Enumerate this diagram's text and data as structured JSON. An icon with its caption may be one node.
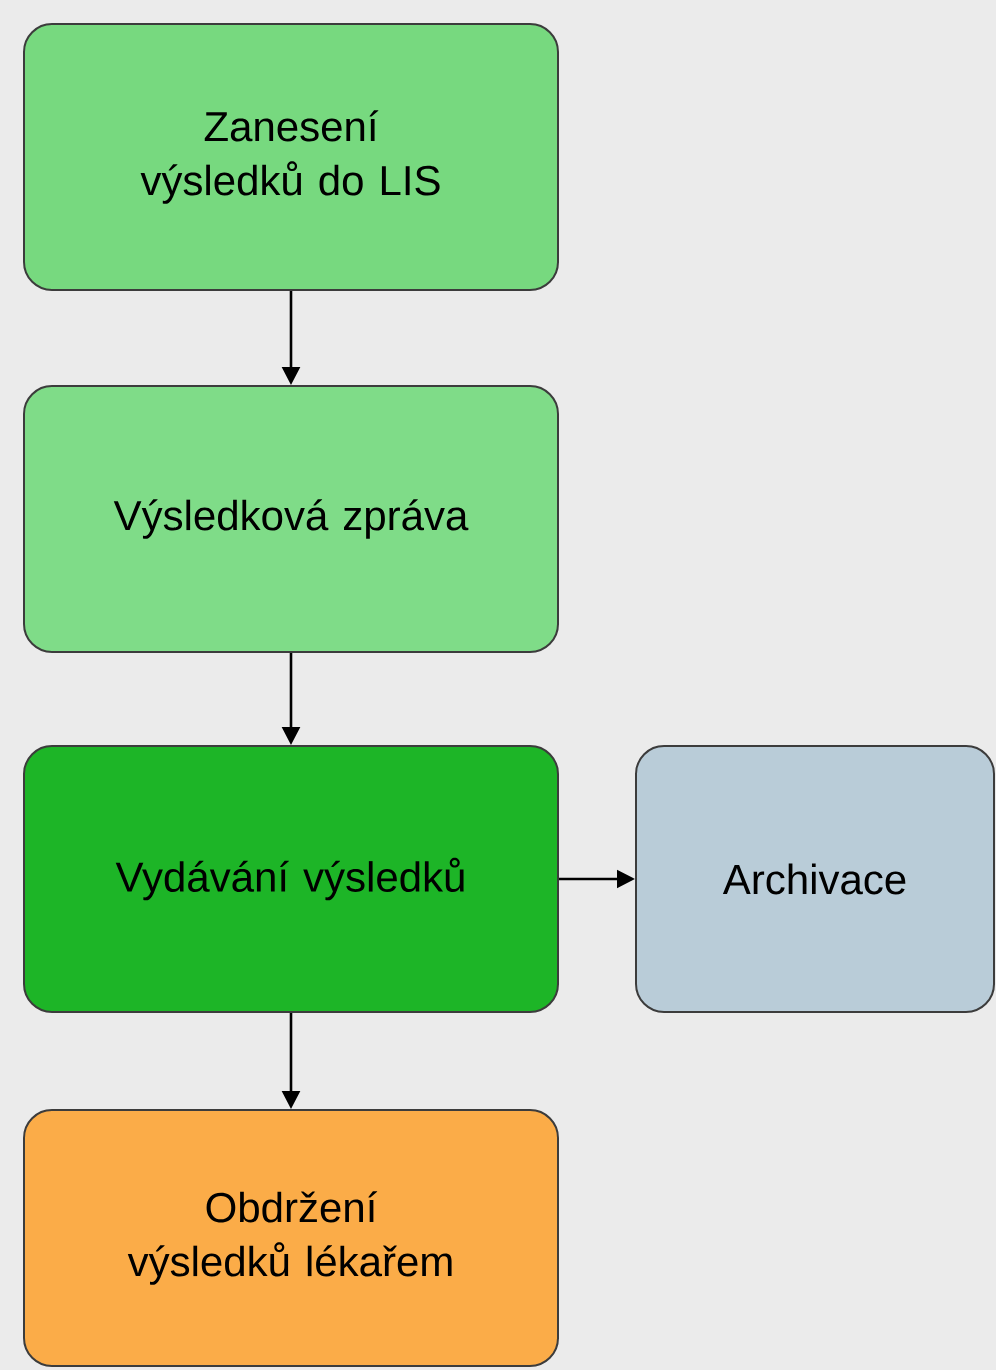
{
  "diagram": {
    "nodes": [
      {
        "text": [
          "Zanesení výsledků do LIS"
        ]
      },
      {
        "text": [
          "Výsledková zpráva"
        ]
      },
      {
        "text": [
          "Vydávání výsledků"
        ]
      },
      {
        "text": [
          "Archivace"
        ]
      },
      {
        "text": [
          "Obdržení výsledků lékařem"
        ]
      }
    ],
    "edges": [
      {
        "from": 0,
        "to": 1,
        "arrow": "to"
      },
      {
        "from": 1,
        "to": 2,
        "arrow": "to"
      },
      {
        "from": 2,
        "to": 3,
        "arrow": "to"
      },
      {
        "from": 2,
        "to": 4,
        "arrow": "to"
      }
    ]
  }
}
